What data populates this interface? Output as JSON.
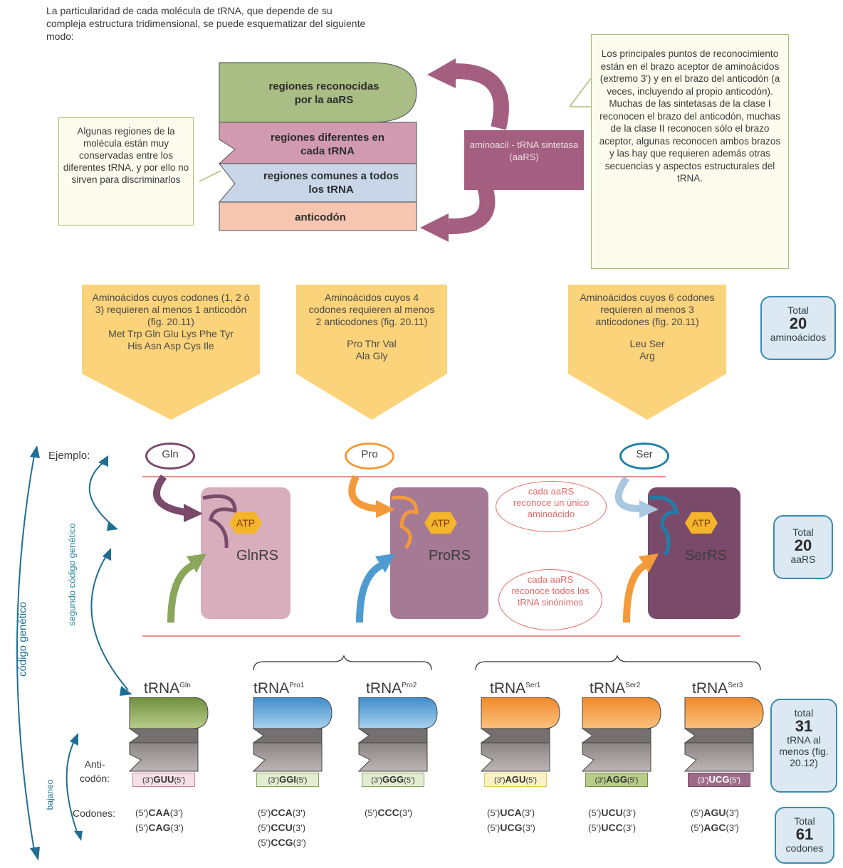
{
  "intro": "La particularidad de cada molécula de tRNA, que depende de su compleja estructura tridimensional, se puede esquematizar del siguiente modo:",
  "left_note": "Algunas regiones de la molécula están muy conservadas entre los diferentes tRNA, y por ello no sirven para discriminarlos",
  "right_note": "Los principales puntos de reconocimiento están en el brazo aceptor de aminoácidos (extremo 3') y en el brazo del anticodón (a veces, incluyendo al propio anticodón). Muchas de las sintetasas de la clase I reconocen el brazo del anticodón, muchas de la clase II reconocen sólo el brazo aceptor, algunas reconocen ambos brazos y las hay que requieren además otras secuencias y aspectos estructurales del tRNA.",
  "regions": {
    "recognized": "regiones reconocidas por la aaRS",
    "different": "regiones diferentes en cada tRNA",
    "common": "regiones comunes a todos los tRNA",
    "anticodon": "anticodón"
  },
  "aars_label": "aminoacil - tRNA sintetasa (aaRS)",
  "groups": [
    {
      "text": "Aminoácidos cuyos codones (1, 2 ó 3) requieren al menos 1 anticodón (fig. 20.11)",
      "aa": "Met Trp Gln Glu Lys Phe Tyr His Asn Asp Cys Ile"
    },
    {
      "text": "Aminoácidos cuyos 4 codones requieren al menos 2 anticodones (fig. 20.11)",
      "aa": "Pro Thr Val Ala Gly"
    },
    {
      "text": "Aminoácidos cuyos 6 codones requieren al menos 3 anticodones (fig. 20.11)",
      "aa": "Leu Ser Arg"
    }
  ],
  "totals": {
    "aa": {
      "label": "Total",
      "num": "20",
      "unit": "aminoácidos"
    },
    "aars": {
      "label": "Total",
      "num": "20",
      "unit": "aaRS"
    },
    "trna": {
      "label": "total",
      "num": "31",
      "unit": "tRNA al menos (fig. 20.12)"
    },
    "codons": {
      "label": "Total",
      "num": "61",
      "unit": "codones"
    }
  },
  "ejemplo": "Ejemplo:",
  "examples": [
    "Gln",
    "Pro",
    "Ser"
  ],
  "atp": "ATP",
  "enzymes": [
    "GlnRS",
    "ProRS",
    "SerRS"
  ],
  "red_notes": [
    "cada aaRS reconoce un único aminoácido",
    "cada aaRS reconoce todos los tRNA sinónimos"
  ],
  "side_labels": {
    "genetic": "código genético",
    "second": "segundo código genético",
    "pairing": "bajaneo"
  },
  "anticodon_label": "Anti- codón:",
  "codones_label": "Codones:",
  "trnas": [
    {
      "name": "tRNA",
      "sup": "Gln",
      "anticodon": "GUU",
      "codons": [
        "CAA",
        "CAG"
      ]
    },
    {
      "name": "tRNA",
      "sup": "Pro1",
      "anticodon": "GGI",
      "codons": [
        "CCA",
        "CCU",
        "CCG"
      ]
    },
    {
      "name": "tRNA",
      "sup": "Pro2",
      "anticodon": "GGG",
      "codons": [
        "CCC"
      ]
    },
    {
      "name": "tRNA",
      "sup": "Ser1",
      "anticodon": "AGU",
      "codons": [
        "UCA",
        "UCG"
      ]
    },
    {
      "name": "tRNA",
      "sup": "Ser2",
      "anticodon": "AGG",
      "codons": [
        "UCU",
        "UCC"
      ]
    },
    {
      "name": "tRNA",
      "sup": "Ser3",
      "anticodon": "UCG",
      "codons": [
        "AGU",
        "AGC"
      ]
    }
  ],
  "prime3": "(3')",
  "prime5": "(5')",
  "colors": {
    "green": "#8aa65a",
    "blue": "#4f9bd1",
    "orange": "#f39a3a",
    "purple": "#7a4a6a",
    "red": "#e36a6a",
    "teal": "#1f7fa8"
  }
}
